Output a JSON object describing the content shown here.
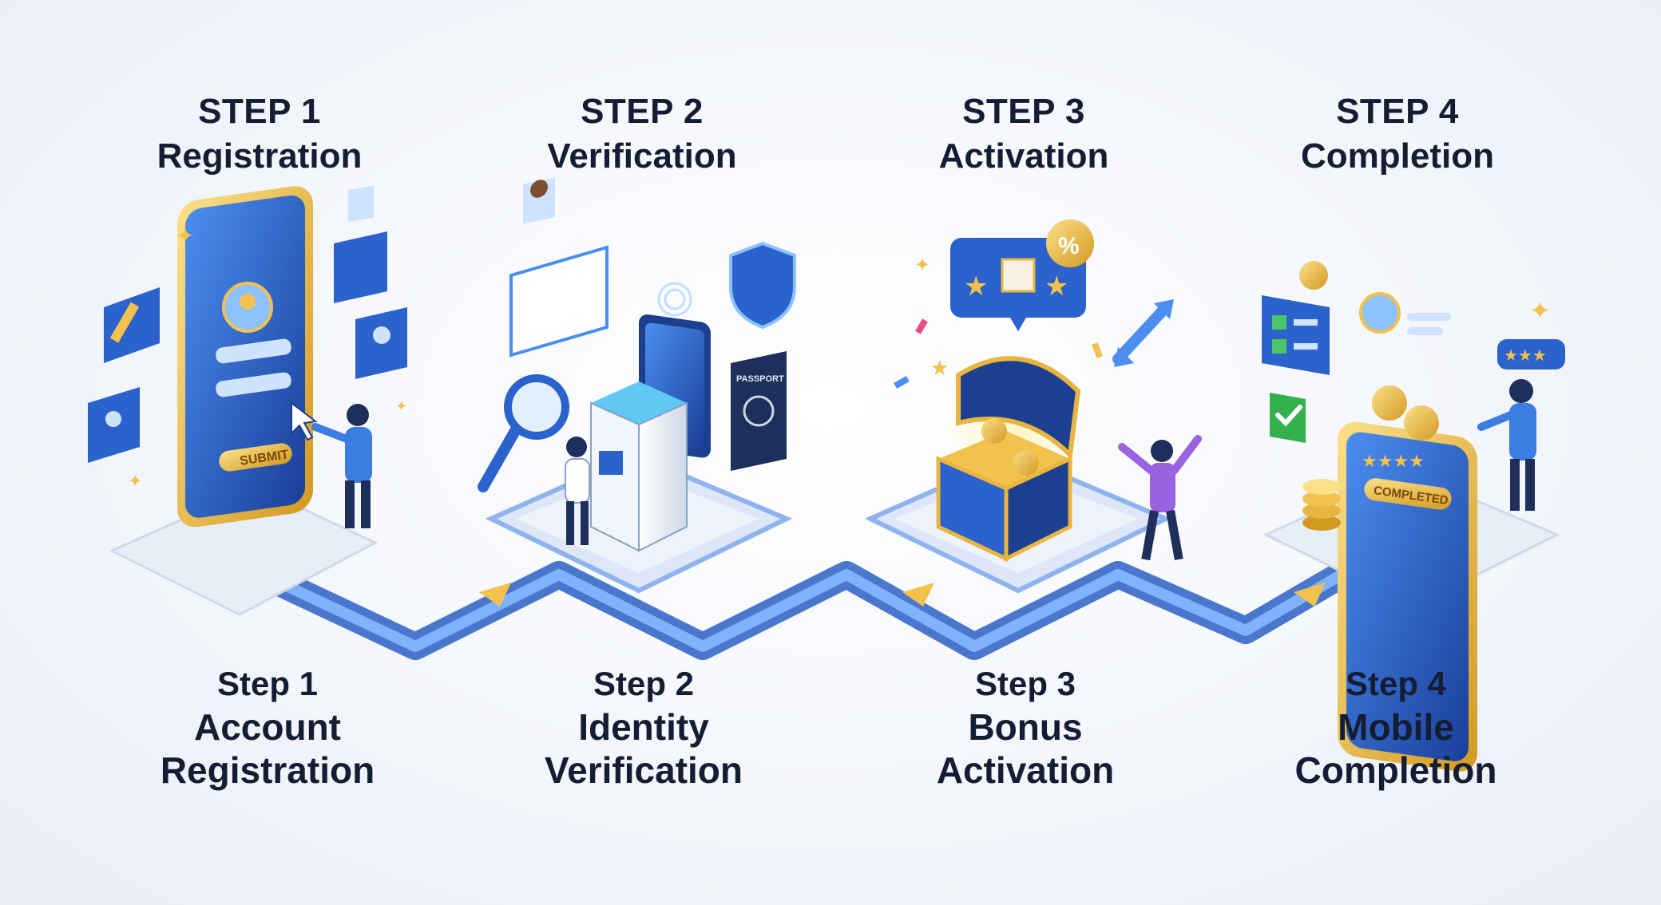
{
  "steps": [
    {
      "heading": "STEP 1",
      "heading_title": "Registration",
      "caption_step": "Step 1",
      "caption_line1": "Account",
      "caption_line2": "Registration",
      "icons": [
        "phone-icon",
        "user-form-icon",
        "pencil-icon",
        "document-icon",
        "user-card-icon",
        "cursor-icon",
        "person-icon"
      ],
      "button_text": "SUBMIT"
    },
    {
      "heading": "STEP 2",
      "heading_title": "Verification",
      "caption_step": "Step 2",
      "caption_line1": "Identity",
      "caption_line2": "Verification",
      "icons": [
        "id-card-icon",
        "fingerprint-tablet-icon",
        "shield-icon",
        "magnifier-icon",
        "scanner-kiosk-icon",
        "passport-icon",
        "person-icon"
      ],
      "passport_text": "PASSPORT"
    },
    {
      "heading": "STEP 3",
      "heading_title": "Activation",
      "caption_step": "Step 3",
      "caption_line1": "Bonus",
      "caption_line2": "Activation",
      "icons": [
        "gift-bubble-icon",
        "percent-badge-icon",
        "treasure-chest-icon",
        "coin-icon",
        "confetti-icon",
        "arrows-icon",
        "cheering-person-icon"
      ],
      "badge_text": "%"
    },
    {
      "heading": "STEP 4",
      "heading_title": "Completion",
      "caption_step": "Step 4",
      "caption_line1": "Mobile",
      "caption_line2": "Completion",
      "icons": [
        "phone-icon",
        "checklist-card-icon",
        "check-badge-icon",
        "coin-stack-icon",
        "rating-stars-icon",
        "person-icon"
      ],
      "button_text": "COMPLETED"
    }
  ],
  "colors": {
    "accent": "#2f6fd6",
    "dark_blue": "#1d3f8f",
    "gold": "#e8b640",
    "text": "#141d33",
    "path": "#3f7fe0"
  }
}
